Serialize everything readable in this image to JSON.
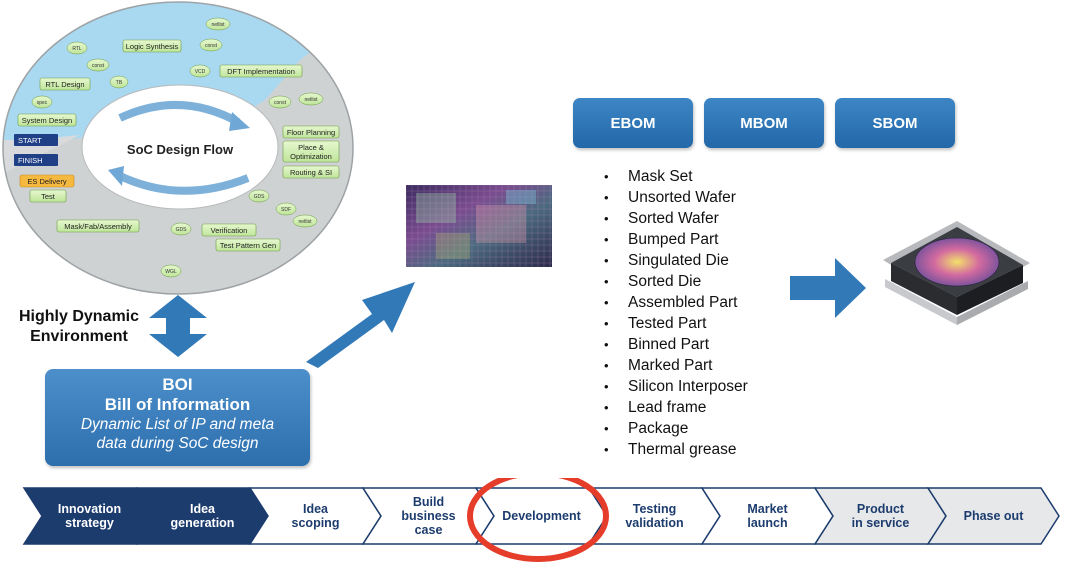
{
  "soc_flow": {
    "center_label": "SoC Design Flow",
    "steps": {
      "logic_synthesis": "Logic Synthesis",
      "rtl_design": "RTL Design",
      "dft_implementation": "DFT Implementation",
      "system_design": "System Design",
      "start": "START",
      "finish": "FINISH",
      "es_delivery": "ES Delivery",
      "test": "Test",
      "floor_planning": "Floor Planning",
      "place_opt_1": "Place &",
      "place_opt_2": "Optimization",
      "routing": "Routing & SI",
      "mask_fab": "Mask/Fab/Assembly",
      "verification": "Verification",
      "test_pattern": "Test Pattern Gen"
    },
    "tags": {
      "rtl": "RTL",
      "netlist": "netlist",
      "const": "const",
      "tb": "TB",
      "vcd": "VCD",
      "spec": "spec",
      "gds": "GDS",
      "sdf": "SDF",
      "wgl": "WGL"
    }
  },
  "dynamic_env": {
    "line1": "Highly Dynamic",
    "line2": "Environment"
  },
  "boi": {
    "title": "BOI",
    "subtitle": "Bill of Information",
    "desc1": "Dynamic List of IP and meta",
    "desc2": "data during SoC design"
  },
  "boms": [
    "EBOM",
    "MBOM",
    "SBOM"
  ],
  "parts": [
    "Mask Set",
    "Unsorted Wafer",
    "Sorted Wafer",
    "Bumped Part",
    "Singulated Die",
    "Sorted Die",
    "Assembled Part",
    "Tested Part",
    "Binned Part",
    "Marked Part",
    "Silicon Interposer",
    "Lead frame",
    "Package",
    "Thermal grease"
  ],
  "stages": [
    {
      "l1": "Innovation",
      "l2": "strategy",
      "style": "dark"
    },
    {
      "l1": "Idea",
      "l2": "generation",
      "style": "dark"
    },
    {
      "l1": "Idea",
      "l2": "scoping",
      "style": "light"
    },
    {
      "l1": "Build",
      "l2": "business",
      "l3": "case",
      "style": "light"
    },
    {
      "l1": "Development",
      "style": "light",
      "highlight": true
    },
    {
      "l1": "Testing",
      "l2": "validation",
      "style": "light"
    },
    {
      "l1": "Market",
      "l2": "launch",
      "style": "light"
    },
    {
      "l1": "Product",
      "l2": "in service",
      "style": "grey"
    },
    {
      "l1": "Phase out",
      "style": "grey"
    }
  ],
  "colors": {
    "accent_blue": "#2f74b5",
    "dark_chevron": "#1d3c6e",
    "highlight_circle": "#e53d2a",
    "disk_blue": "#a9d8f1",
    "disk_grey": "#cfd2d3",
    "tag_green": "#cfeeaa"
  }
}
